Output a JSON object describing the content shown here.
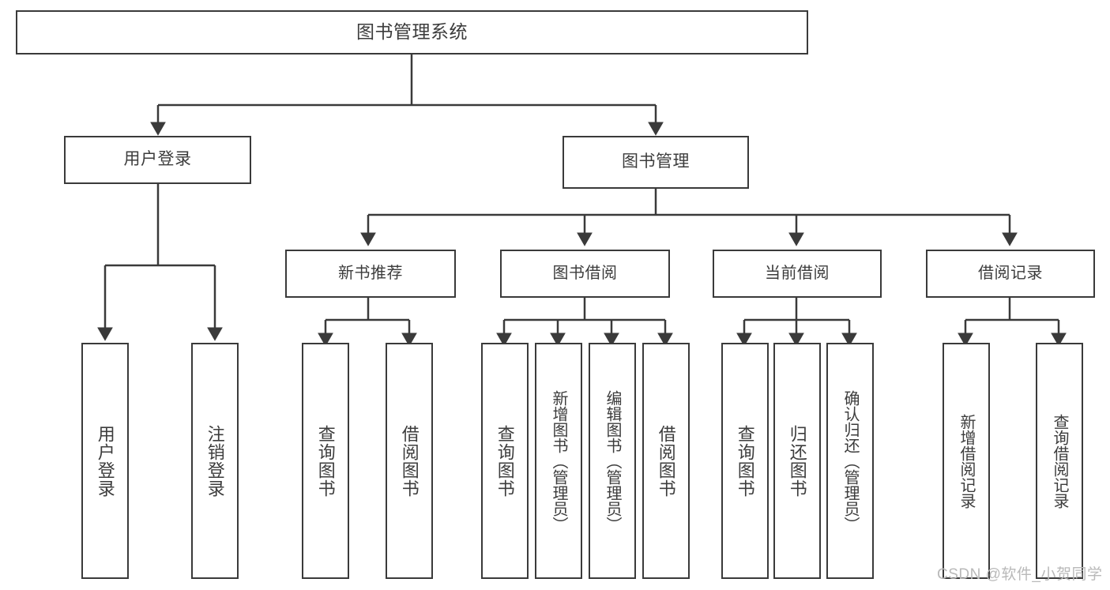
{
  "diagram": {
    "type": "tree",
    "title": "图书管理系统",
    "root": {
      "label": "图书管理系统"
    },
    "level1": [
      {
        "label": "用户登录"
      },
      {
        "label": "图书管理"
      }
    ],
    "level2": [
      {
        "label": "新书推荐"
      },
      {
        "label": "图书借阅"
      },
      {
        "label": "当前借阅"
      },
      {
        "label": "借阅记录"
      }
    ],
    "leaves": {
      "user_login": [
        {
          "label": "用户登录"
        },
        {
          "label": "注销登录"
        }
      ],
      "new_book_recommend": [
        {
          "label": "查询图书"
        },
        {
          "label": "借阅图书"
        }
      ],
      "book_borrow": [
        {
          "label": "查询图书"
        },
        {
          "label": "新增图书（管理员）"
        },
        {
          "label": "编辑图书（管理员）"
        },
        {
          "label": "借阅图书"
        }
      ],
      "current_borrow": [
        {
          "label": "查询图书"
        },
        {
          "label": "归还图书"
        },
        {
          "label": "确认归还（管理员）"
        }
      ],
      "borrow_record": [
        {
          "label": "新增借阅记录"
        },
        {
          "label": "查询借阅记录"
        }
      ]
    }
  },
  "watermark": {
    "text": "CSDN @软件_小贺同学"
  },
  "colors": {
    "border": "#3a3a3a",
    "text": "#3c3c3c",
    "background": "#ffffff",
    "watermark": "#b9b9b9"
  }
}
